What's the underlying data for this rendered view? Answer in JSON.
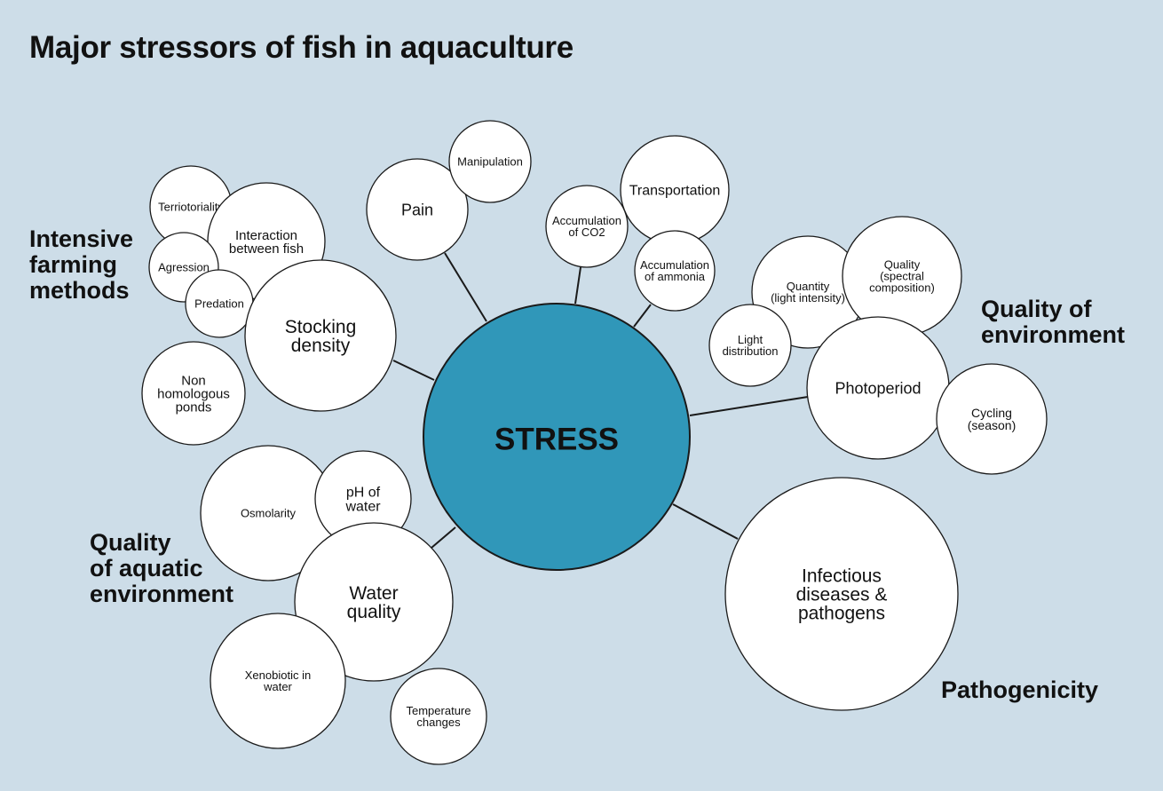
{
  "title": "Major stressors of fish in aquaculture",
  "center": {
    "label": "STRESS",
    "color": "#3097b9"
  },
  "groups": {
    "intensive": "Intensive\nfarming\nmethods",
    "quality_env": "Quality of\nenvironment",
    "aquatic": "Quality\nof aquatic\nenvironment",
    "pathogenicity": "Pathogenicity"
  },
  "nodes": {
    "stocking_density": "Stocking\ndensity",
    "interaction": "Interaction\nbetween fish",
    "territoriality": "Terriotoriality",
    "agression": "Agression",
    "predation": "Predation",
    "non_homologous": "Non\nhomologous\nponds",
    "pain": "Pain",
    "manipulation": "Manipulation",
    "co2": "Accumulation\nof CO2",
    "transportation": "Transportation",
    "ammonia": "Accumulation\nof ammonia",
    "quantity_light": "Quantity\n(light intensity)",
    "quality_spectral": "Quality\n(spectral\ncomposition)",
    "light_distribution": "Light\ndistribution",
    "photoperiod": "Photoperiod",
    "cycling": "Cycling\n(season)",
    "osmolarity": "Osmolarity",
    "ph": "pH of\nwater",
    "water_quality": "Water\nquality",
    "xenobiotic": "Xenobiotic in\nwater",
    "temperature": "Temperature\nchanges",
    "infectious": "Infectious\ndiseases &\npathogens"
  }
}
